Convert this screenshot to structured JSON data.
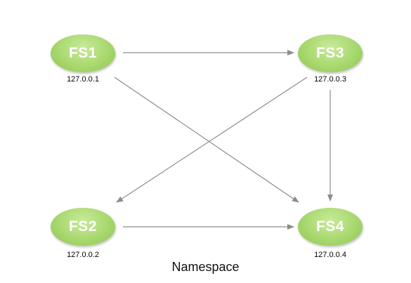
{
  "nodes": [
    {
      "id": "fs1",
      "label": "FS1",
      "ip": "127.0.0.1"
    },
    {
      "id": "fs2",
      "label": "FS2",
      "ip": "127.0.0.2"
    },
    {
      "id": "fs3",
      "label": "FS3",
      "ip": "127.0.0.3"
    },
    {
      "id": "fs4",
      "label": "FS4",
      "ip": "127.0.0.4"
    }
  ],
  "edges": [
    {
      "from": "fs1",
      "to": "fs3"
    },
    {
      "from": "fs1",
      "to": "fs4"
    },
    {
      "from": "fs3",
      "to": "fs2"
    },
    {
      "from": "fs3",
      "to": "fs4"
    },
    {
      "from": "fs2",
      "to": "fs4"
    }
  ],
  "caption": "Namespace",
  "colors": {
    "node_fill": "#a8d86e",
    "node_text": "#ffffff",
    "edge": "#8c8c8c"
  }
}
